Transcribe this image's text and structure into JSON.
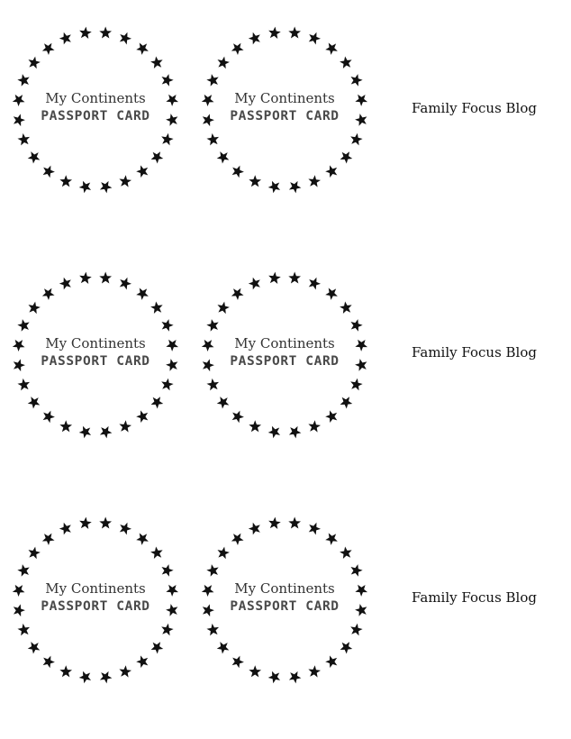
{
  "rows": [
    {
      "cards": [
        {
          "line1": "My Continents",
          "line2": "PASSPORT CARD"
        },
        {
          "line1": "My Continents",
          "line2": "PASSPORT CARD"
        }
      ],
      "blog_label": "Family Focus Blog"
    },
    {
      "cards": [
        {
          "line1": "My Continents",
          "line2": "PASSPORT CARD"
        },
        {
          "line1": "My Continents",
          "line2": "PASSPORT CARD"
        }
      ],
      "blog_label": "Family Focus Blog"
    },
    {
      "cards": [
        {
          "line1": "My Continents",
          "line2": "PASSPORT CARD"
        },
        {
          "line1": "My Continents",
          "line2": "PASSPORT CARD"
        }
      ],
      "blog_label": "Family Focus Blog"
    }
  ],
  "colors": {
    "star": "#111111",
    "title_text": "#333333",
    "subtitle_text": "#4a4a4a",
    "blog_text": "#111111"
  },
  "icons": {
    "star": "star-icon"
  }
}
